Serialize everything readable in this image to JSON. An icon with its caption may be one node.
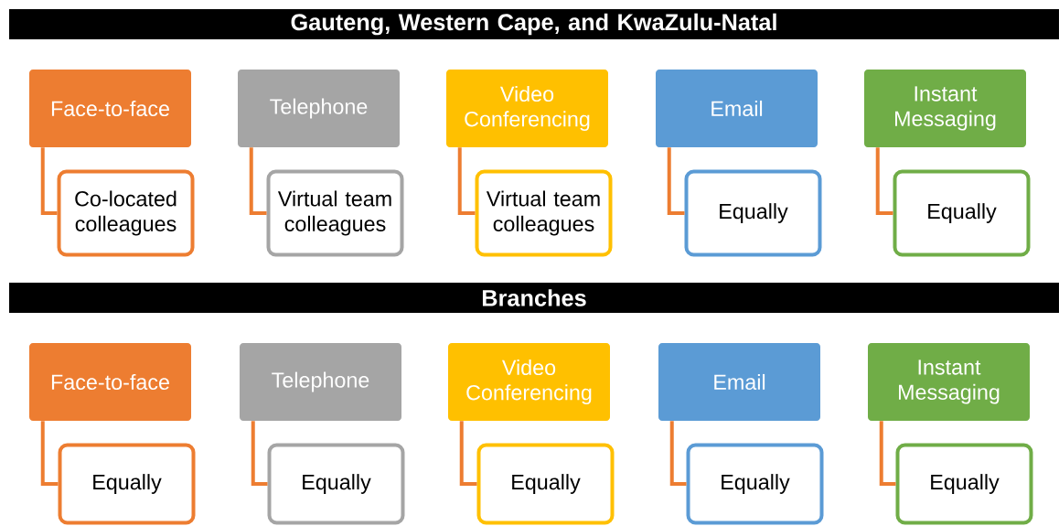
{
  "diagram": {
    "nodes": [
      {
        "text": [
          "Gauteng, Western Cape, and KwaZulu-Natal"
        ]
      },
      {
        "text": [
          "Face-to-face"
        ]
      },
      {
        "text": [
          "Co-located colleagues"
        ]
      },
      {
        "text": [
          "Telephone"
        ]
      },
      {
        "text": [
          "Virtual team colleagues"
        ]
      },
      {
        "text": [
          "Video Conferencing"
        ]
      },
      {
        "text": [
          "Virtual team colleagues"
        ]
      },
      {
        "text": [
          "Email"
        ]
      },
      {
        "text": [
          "Equally"
        ]
      },
      {
        "text": [
          "Instant Messaging"
        ]
      },
      {
        "text": [
          "Equally"
        ]
      },
      {
        "text": [
          "Branches"
        ]
      },
      {
        "text": [
          "Face-to-face"
        ]
      },
      {
        "text": [
          "Equally"
        ]
      },
      {
        "text": [
          "Telephone"
        ]
      },
      {
        "text": [
          "Equally"
        ]
      },
      {
        "text": [
          "Video Conferencing"
        ]
      },
      {
        "text": [
          "Equally"
        ]
      },
      {
        "text": [
          "Email"
        ]
      },
      {
        "text": [
          "Equally"
        ]
      },
      {
        "text": [
          "Instant Messaging"
        ]
      },
      {
        "text": [
          "Equally"
        ]
      }
    ],
    "edges": [
      {
        "from": 1,
        "to": 2,
        "arrow": "none"
      },
      {
        "from": 3,
        "to": 4,
        "arrow": "none"
      },
      {
        "from": 5,
        "to": 6,
        "arrow": "none"
      },
      {
        "from": 7,
        "to": 8,
        "arrow": "none"
      },
      {
        "from": 9,
        "to": 10,
        "arrow": "none"
      },
      {
        "from": 12,
        "to": 13,
        "arrow": "none"
      },
      {
        "from": 14,
        "to": 15,
        "arrow": "none"
      },
      {
        "from": 16,
        "to": 17,
        "arrow": "none"
      },
      {
        "from": 18,
        "to": 19,
        "arrow": "none"
      },
      {
        "from": 20,
        "to": 21,
        "arrow": "none"
      }
    ]
  }
}
